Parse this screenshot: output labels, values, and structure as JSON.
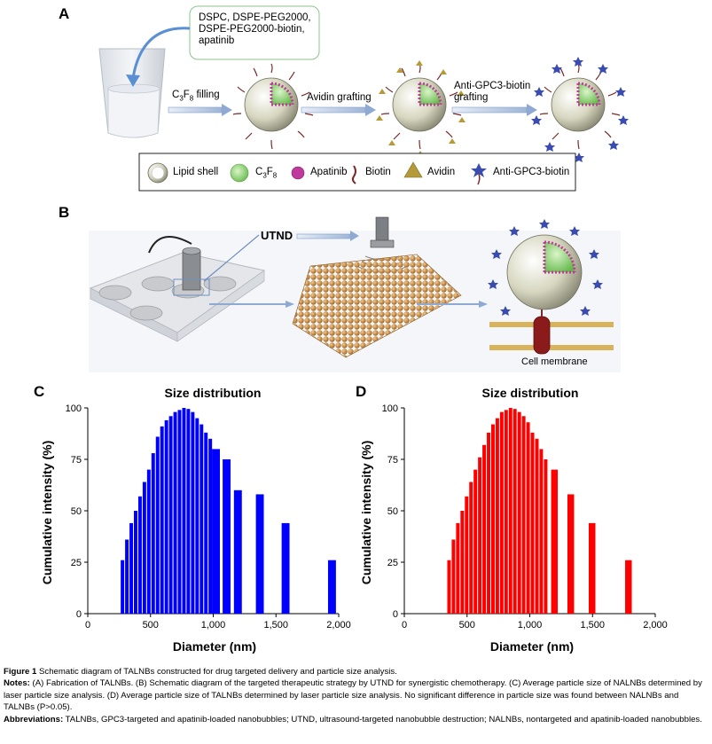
{
  "panels": {
    "a": "A",
    "b": "B",
    "c": "C",
    "d": "D"
  },
  "panel_a": {
    "ingredients_line1": "DSPC, DSPE-PEG2000,",
    "ingredients_line2": "DSPE-PEG2000-biotin,",
    "ingredients_line3": "apatinib",
    "step1_prefix": "C",
    "step1_sub1": "3",
    "step1_mid": "F",
    "step1_sub2": "8",
    "step1_suffix": " filling",
    "step2": "Avidin grafting",
    "step3_line1": "Anti-GPC3-biotin",
    "step3_line2": "grafting",
    "legend": {
      "lipid_shell": "Lipid shell",
      "c3f8_c": "C",
      "c3f8_3": "3",
      "c3f8_f": "F",
      "c3f8_8": "8",
      "apatinib": "Apatinib",
      "biotin": "Biotin",
      "avidin": "Avidin",
      "anti_gpc3": "Anti-GPC3-biotin"
    },
    "colors": {
      "shell": "#dcdcc8",
      "core": "#8fd67a",
      "apatinib": "#c0399c",
      "avidin": "#b59a3a",
      "antibody": "#3a4cb0"
    }
  },
  "panel_b": {
    "utnd_label": "UTND",
    "membrane_label": "Cell membrane"
  },
  "chart_data": [
    {
      "type": "bar",
      "panel": "C",
      "title": "Size distribution",
      "xlabel": "Diameter (nm)",
      "ylabel": "Cumulative intensity (%)",
      "xlim": [
        0,
        2000
      ],
      "ylim": [
        0,
        100
      ],
      "xticks": [
        "0",
        "500",
        "1,000",
        "1,500",
        "2,000"
      ],
      "yticks": [
        "0",
        "25",
        "50",
        "75",
        "100"
      ],
      "color": "#0000ff",
      "x": [
        280,
        315,
        350,
        385,
        420,
        455,
        490,
        525,
        560,
        595,
        630,
        665,
        700,
        735,
        770,
        805,
        840,
        875,
        910,
        945,
        980,
        1025,
        1110,
        1200,
        1375,
        1580,
        1950
      ],
      "values": [
        26,
        36,
        44,
        50,
        57,
        64,
        70,
        78,
        86,
        91,
        94,
        96,
        98,
        99,
        100,
        99.5,
        98,
        95,
        92,
        88,
        85,
        80,
        75,
        60,
        58,
        44,
        26
      ],
      "widths": [
        35,
        35,
        35,
        35,
        35,
        35,
        35,
        35,
        35,
        35,
        35,
        35,
        35,
        35,
        35,
        35,
        35,
        35,
        35,
        35,
        35,
        70,
        70,
        70,
        70,
        70,
        70
      ]
    },
    {
      "type": "bar",
      "panel": "D",
      "title": "Size distribution",
      "xlabel": "Diameter (nm)",
      "ylabel": "Cumulative intensity (%)",
      "xlim": [
        0,
        2000
      ],
      "ylim": [
        0,
        100
      ],
      "xticks": [
        "0",
        "500",
        "1,000",
        "1,500",
        "2,000"
      ],
      "yticks": [
        "0",
        "25",
        "50",
        "75",
        "100"
      ],
      "color": "#ff0000",
      "x": [
        360,
        395,
        430,
        465,
        500,
        535,
        570,
        605,
        640,
        675,
        710,
        745,
        780,
        815,
        850,
        885,
        920,
        955,
        990,
        1025,
        1060,
        1095,
        1130,
        1200,
        1330,
        1500,
        1790
      ],
      "values": [
        26,
        36,
        44,
        50,
        57,
        64,
        70,
        76,
        82,
        88,
        92,
        95,
        98,
        99,
        100,
        99.5,
        98,
        96,
        93,
        88,
        85,
        80,
        75,
        70,
        58,
        44,
        26
      ],
      "widths": [
        35,
        35,
        35,
        35,
        35,
        35,
        35,
        35,
        35,
        35,
        35,
        35,
        35,
        35,
        35,
        35,
        35,
        35,
        35,
        35,
        35,
        35,
        35,
        60,
        60,
        60,
        60
      ]
    }
  ],
  "caption": {
    "fig_label": "Figure 1",
    "fig_title": " Schematic diagram of TALNBs constructed for drug targeted delivery and particle size analysis.",
    "notes_label": "Notes:",
    "notes_text": " (A) Fabrication of TALNBs. (B) Schematic diagram of the targeted therapeutic strategy by UTND for synergistic chemotherapy. (C) Average particle size of NALNBs determined by laser particle size analysis. (D) Average particle size of TALNBs determined by laser particle size analysis. No significant difference in particle size was found between NALNBs and TALNBs (P>0.05).",
    "abbr_label": "Abbreviations:",
    "abbr_text": " TALNBs, GPC3-targeted and apatinib-loaded nanobubbles; UTND, ultrasound-targeted nanobubble destruction; NALNBs, nontargeted and apatinib-loaded nanobubbles."
  }
}
